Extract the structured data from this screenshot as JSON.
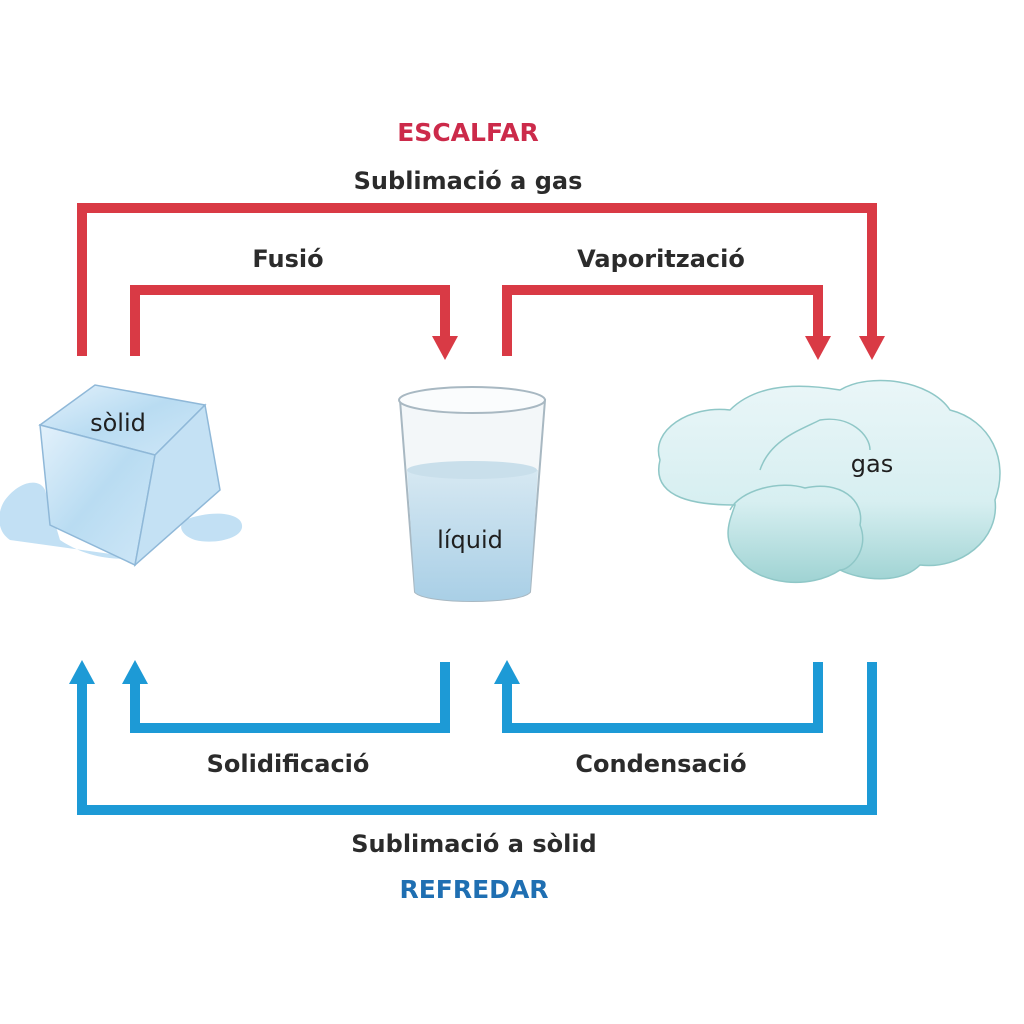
{
  "colors": {
    "heat": "#d93a45",
    "heat_text": "#cc2a4a",
    "cool": "#1d9ad6",
    "cool_text": "#1f6fb2"
  },
  "top": {
    "heading": "ESCALFAR",
    "sublimation_gas": "Sublimació a gas",
    "fusion": "Fusió",
    "vaporization": "Vaporització"
  },
  "states": {
    "solid": "sòlid",
    "liquid": "líquid",
    "gas": "gas"
  },
  "bottom": {
    "solidification": "Solidificació",
    "condensation": "Condensació",
    "sublimation_solid": "Sublimació a sòlid",
    "heading": "REFREDAR"
  }
}
